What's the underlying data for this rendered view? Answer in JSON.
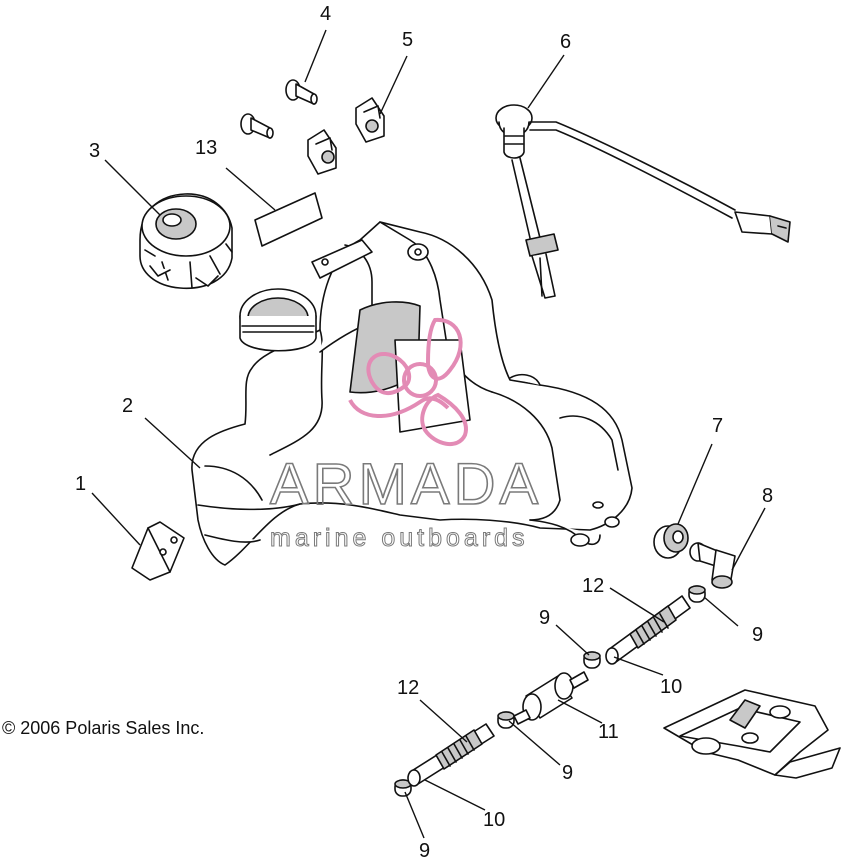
{
  "copyright": "© 2006 Polaris Sales Inc.",
  "watermark": {
    "brand": "ARMADA",
    "tagline": "marine outboards",
    "color": "#e38bb5"
  },
  "callouts": {
    "c1": "1",
    "c2": "2",
    "c3": "3",
    "c4": "4",
    "c5": "5",
    "c6": "6",
    "c7": "7",
    "c8": "8",
    "c9a": "9",
    "c9b": "9",
    "c9c": "9",
    "c9d": "9",
    "c10a": "10",
    "c10b": "10",
    "c11": "11",
    "c12a": "12",
    "c12b": "12",
    "c13": "13"
  }
}
